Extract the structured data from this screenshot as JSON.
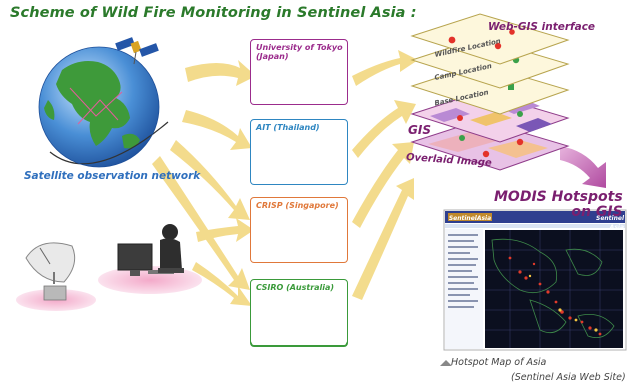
{
  "title": "Scheme of Wild Fire Monitoring in Sentinel Asia :",
  "satellite_label": "Satellite observation network",
  "nodes": [
    {
      "label": "University of Tokyo (Japan)",
      "color": "#9b2c8c"
    },
    {
      "label": "AIT (Thailand)",
      "color": "#2e86c1"
    },
    {
      "label": "CRISP (Singapore)",
      "color": "#e0783a"
    },
    {
      "label": "CSIRO (Australia)",
      "color": "#3a9a3a"
    }
  ],
  "webgis": {
    "title": "Web-GIS interface",
    "layers": [
      "Wildfire Location",
      "Camp Location",
      "Base Location"
    ],
    "gis_label": "GIS",
    "overlaid_label": "Overlaid Image"
  },
  "modis": {
    "title": "MODIS Hotspots on GIS",
    "caption_line1": "Hotspot Map of Asia",
    "caption_line2": "(Sentinel Asia Web Site)",
    "brand": "SentinelAsia",
    "site": "Sentinel Asia"
  },
  "colors": {
    "title": "#2b7a2b",
    "accent": "#7a1f6f",
    "arrow": "#f0d77c",
    "satellite_label": "#2f6fbd"
  },
  "icons": [
    "globe-icon",
    "satellite-icon",
    "antenna-dish-icon",
    "operator-workstation-icon",
    "hotspot-icon"
  ]
}
